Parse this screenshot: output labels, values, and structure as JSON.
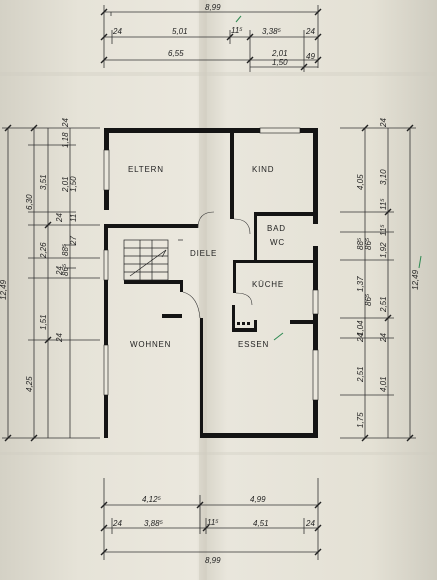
{
  "rooms": {
    "eltern": "ELTERN",
    "kind": "KIND",
    "bad": "BAD",
    "wc": "WC",
    "diele": "DIELE",
    "kueche": "KÜCHE",
    "wohnen": "WOHNEN",
    "essen": "ESSEN"
  },
  "dims_top": {
    "overall": "8,99",
    "left": "5,01",
    "right": "3,38⁵",
    "inner_wall": "11⁵",
    "wall_l": "24",
    "wall_r": "24",
    "mid_left": "6,55",
    "mid_right": "2,01",
    "sub_right": "1,50",
    "sub_wall": "49"
  },
  "dims_bottom": {
    "overall": "8,99",
    "upper_left": "4,12⁵",
    "upper_right": "4,99",
    "left": "3,88⁵",
    "right": "4,51",
    "inner_wall": "11⁵",
    "wall_l": "24",
    "wall_r": "24"
  },
  "dims_left": {
    "overall": "12,49",
    "upper": "6,30",
    "lower": "4,25",
    "a1": "1,18",
    "a2": "3,51",
    "a3": "2,01",
    "a4": "1,50",
    "a5": "2,26",
    "a6": "88⁵",
    "a7": "1,51",
    "a8": "86⁵",
    "w1": "24",
    "w2": "24",
    "w3": "11",
    "w4": "24",
    "w5": "27",
    "w6": "24"
  },
  "dims_right": {
    "overall": "12,49",
    "r1": "4,05",
    "r2": "3,10",
    "r3": "1,92",
    "r4": "2,51",
    "r5": "4,01",
    "r6": "1,75",
    "r7": "2,51",
    "r8": "1,37",
    "r9": "1,04",
    "r10": "88⁵",
    "r11": "86⁵",
    "r12": "86⁵",
    "w1": "24",
    "w2": "11⁵",
    "w3": "11⁵",
    "w4": "24",
    "w5": "24"
  }
}
